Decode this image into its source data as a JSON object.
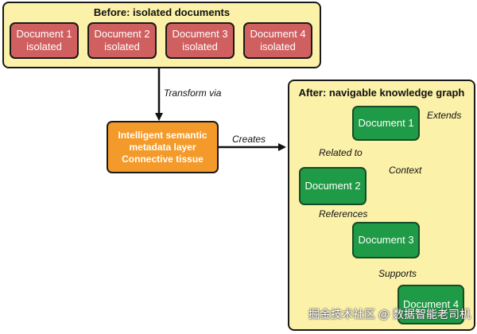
{
  "before": {
    "title": "Before: isolated documents",
    "docs": [
      {
        "line1": "Document 1",
        "line2": "isolated"
      },
      {
        "line1": "Document 2",
        "line2": "isolated"
      },
      {
        "line1": "Document 3",
        "line2": "isolated"
      },
      {
        "line1": "Document 4",
        "line2": "isolated"
      }
    ]
  },
  "middle": {
    "lines": [
      "Intelligent semantic",
      "metadata layer",
      "Connective tissue"
    ]
  },
  "after": {
    "title": "After: navigable knowledge graph",
    "nodes": [
      "Document 1",
      "Document 2",
      "Document 3",
      "Document 4"
    ]
  },
  "edges": {
    "transform": "Transform via",
    "creates": "Creates",
    "related_to": "Related to",
    "context": "Context",
    "references": "References",
    "supports": "Supports",
    "extends": "Extends"
  },
  "colors": {
    "panel_bg": "#fbf1a9",
    "isolated_doc": "#d06060",
    "semantic_layer": "#f49a2a",
    "graph_node": "#1f9a46"
  },
  "watermark": "掘金技术社区 @ 数据智能老司机"
}
